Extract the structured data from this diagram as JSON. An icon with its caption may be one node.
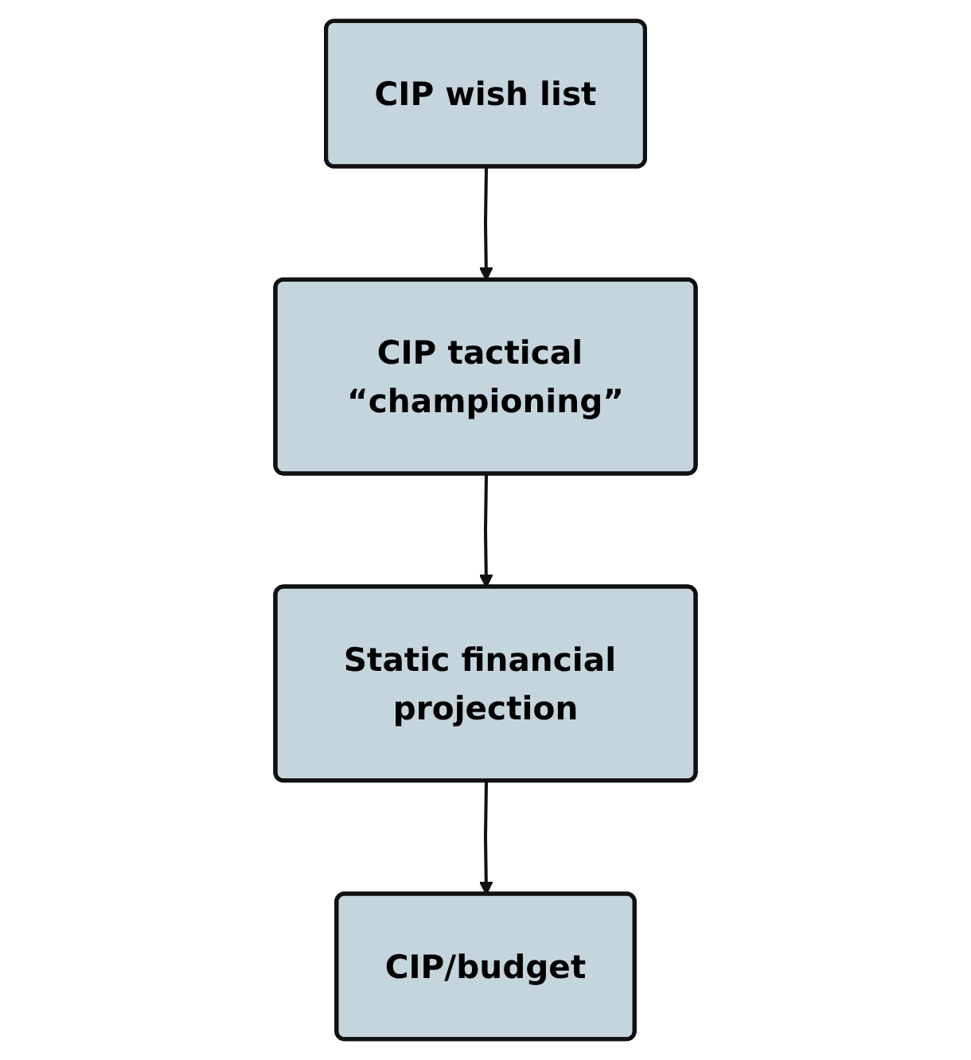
{
  "diagram": {
    "nodes": [
      {
        "text": [
          "CIP wish list"
        ]
      },
      {
        "text": [
          "CIP tactical “championing”"
        ]
      },
      {
        "text": [
          "Static financial projection"
        ]
      },
      {
        "text": [
          "CIP/budget"
        ]
      }
    ],
    "edges": [
      {
        "from": 0,
        "to": 1,
        "arrow": "to"
      },
      {
        "from": 1,
        "to": 2,
        "arrow": "to"
      },
      {
        "from": 2,
        "to": 3,
        "arrow": "to"
      }
    ]
  }
}
